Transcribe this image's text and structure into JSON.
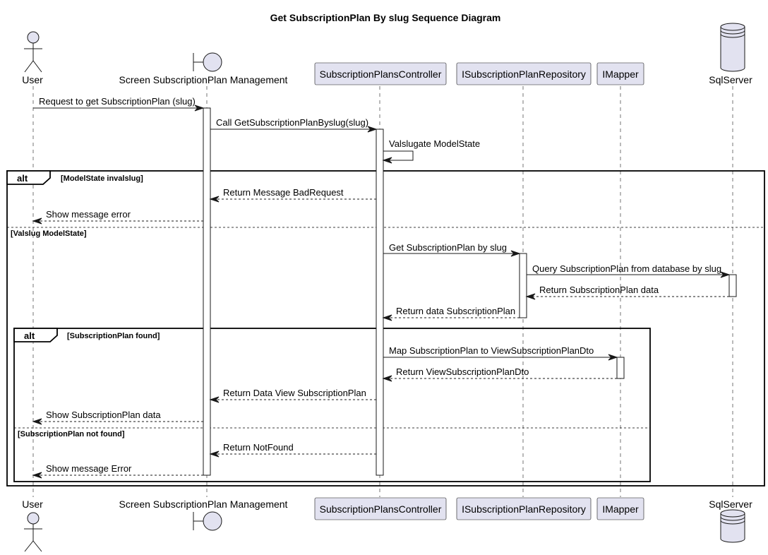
{
  "title": "Get SubscriptionPlan By slug Sequence Diagram",
  "participants": [
    {
      "id": "user",
      "label": "User",
      "shape": "actor"
    },
    {
      "id": "screen",
      "label": "Screen SubscriptionPlan Management",
      "shape": "boundary"
    },
    {
      "id": "controller",
      "label": "SubscriptionPlansController",
      "shape": "participant"
    },
    {
      "id": "repo",
      "label": "ISubscriptionPlanRepository",
      "shape": "participant"
    },
    {
      "id": "mapper",
      "label": "IMapper",
      "shape": "participant"
    },
    {
      "id": "db",
      "label": "SqlServer",
      "shape": "database"
    }
  ],
  "messages": [
    {
      "from": "user",
      "to": "screen",
      "label": "Request to get SubscriptionPlan (slug)",
      "style": "solid"
    },
    {
      "from": "screen",
      "to": "controller",
      "label": "Call GetSubscriptionPlanByslug(slug)",
      "style": "solid"
    },
    {
      "from": "controller",
      "to": "controller",
      "label": "Valslugate ModelState",
      "style": "self"
    },
    {
      "from": "controller",
      "to": "screen",
      "label": "Return Message BadRequest",
      "style": "dashed"
    },
    {
      "from": "screen",
      "to": "user",
      "label": "Show message error",
      "style": "dashed"
    },
    {
      "from": "controller",
      "to": "repo",
      "label": "Get SubscriptionPlan by slug",
      "style": "solid"
    },
    {
      "from": "repo",
      "to": "db",
      "label": "Query SubscriptionPlan from database by slug",
      "style": "solid"
    },
    {
      "from": "db",
      "to": "repo",
      "label": "Return SubscriptionPlan data",
      "style": "dashed"
    },
    {
      "from": "repo",
      "to": "controller",
      "label": "Return data SubscriptionPlan",
      "style": "dashed"
    },
    {
      "from": "controller",
      "to": "mapper",
      "label": "Map SubscriptionPlan to ViewSubscriptionPlanDto",
      "style": "solid"
    },
    {
      "from": "mapper",
      "to": "controller",
      "label": "Return ViewSubscriptionPlanDto",
      "style": "dashed"
    },
    {
      "from": "controller",
      "to": "screen",
      "label": "Return Data View SubscriptionPlan",
      "style": "dashed"
    },
    {
      "from": "screen",
      "to": "user",
      "label": "Show SubscriptionPlan data",
      "style": "dashed"
    },
    {
      "from": "controller",
      "to": "screen",
      "label": "Return NotFound",
      "style": "dashed"
    },
    {
      "from": "screen",
      "to": "user",
      "label": "Show message Error",
      "style": "dashed"
    }
  ],
  "fragments": [
    {
      "operator": "alt",
      "guard": "[ModelState invalslug]",
      "else_guard": "[Valslug ModelState]"
    },
    {
      "operator": "alt",
      "guard": "[SubscriptionPlan found]",
      "else_guard": "[SubscriptionPlan not found]"
    }
  ]
}
